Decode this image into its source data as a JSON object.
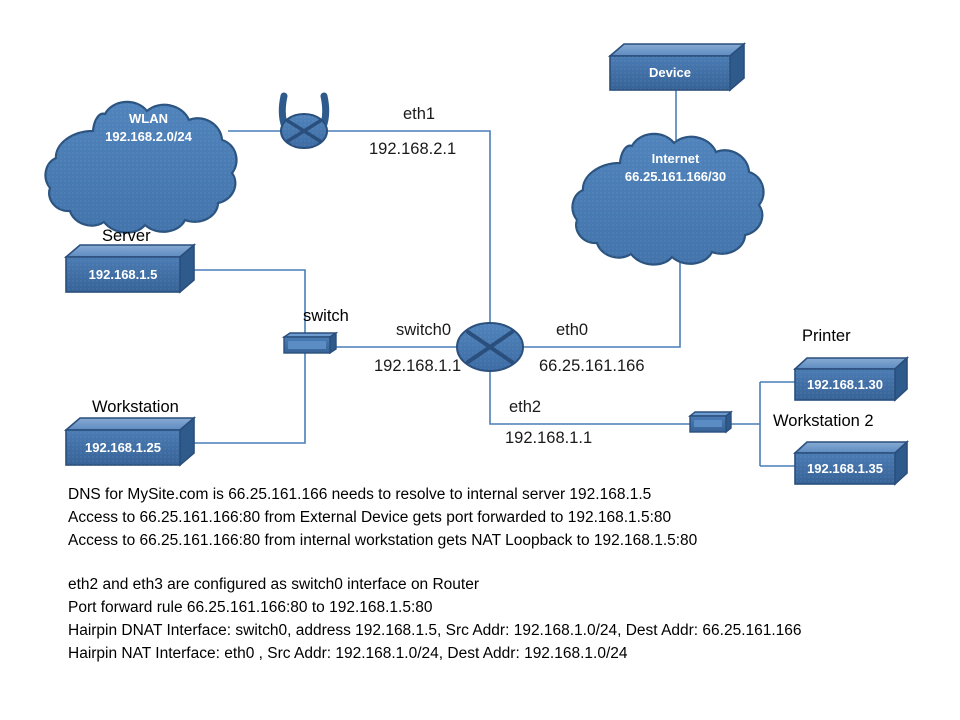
{
  "diagram": {
    "title": "Network NAT / Hairpin Topology Diagram",
    "colors": {
      "node_fill": "#3e6fa8",
      "node_fill_light": "#5b8cc4",
      "node_top": "#6e9bd0",
      "node_side": "#2e5a8c",
      "node_stroke": "#2a4f7c",
      "cloud_fill": "#4a7db5",
      "cloud_stroke": "#2b5480",
      "link_line": "#4a7fb8",
      "label_text": "#000000",
      "inner_text": "#ffffff",
      "background": "#ffffff"
    },
    "nodes": [
      {
        "id": "wlan-cloud",
        "kind": "cloud",
        "label": "",
        "line1": "WLAN",
        "line2": "192.168.2.0/24"
      },
      {
        "id": "wireless-access-point",
        "kind": "wireless-ap",
        "label": ""
      },
      {
        "id": "device-box",
        "kind": "box3d",
        "label": "",
        "inner": "Device"
      },
      {
        "id": "internet-cloud",
        "kind": "cloud",
        "label": "",
        "line1": "Internet",
        "line2": "66.25.161.166/30"
      },
      {
        "id": "server",
        "kind": "box3d",
        "label": "Server",
        "inner": "192.168.1.5"
      },
      {
        "id": "workstation",
        "kind": "box3d",
        "label": "Workstation",
        "inner": "192.168.1.25"
      },
      {
        "id": "switch-left",
        "kind": "switch",
        "label": "switch"
      },
      {
        "id": "router",
        "kind": "router",
        "label": ""
      },
      {
        "id": "switch-right",
        "kind": "switch",
        "label": ""
      },
      {
        "id": "printer",
        "kind": "box3d",
        "label": "Printer",
        "inner": "192.168.1.30"
      },
      {
        "id": "workstation2",
        "kind": "box3d",
        "label": "Workstation 2",
        "inner": "192.168.1.35"
      }
    ],
    "interface_labels": {
      "eth1_name": "eth1",
      "eth1_addr": "192.168.2.1",
      "switch0_name": "switch0",
      "switch0_addr": "192.168.1.1",
      "eth0_name": "eth0",
      "eth0_addr": "66.25.161.166",
      "eth2_name": "eth2",
      "eth2_addr": "192.168.1.1"
    },
    "notes_block_1": [
      "DNS for MySite.com is 66.25.161.166 needs to resolve to internal server 192.168.1.5",
      "Access to 66.25.161.166:80 from External Device gets port forwarded to 192.168.1.5:80",
      "Access to 66.25.161.166:80 from internal workstation gets NAT Loopback to 192.168.1.5:80"
    ],
    "notes_block_2": [
      "eth2 and eth3 are configured as switch0 interface on Router",
      "Port forward rule  66.25.161.166:80 to 192.168.1.5:80",
      "Hairpin DNAT Interface: switch0,  address 192.168.1.5,  Src Addr: 192.168.1.0/24,  Dest Addr: 66.25.161.166",
      "Hairpin    NAT Interface: eth0 ,  Src Addr: 192.168.1.0/24,  Dest Addr: 192.168.1.0/24"
    ]
  }
}
